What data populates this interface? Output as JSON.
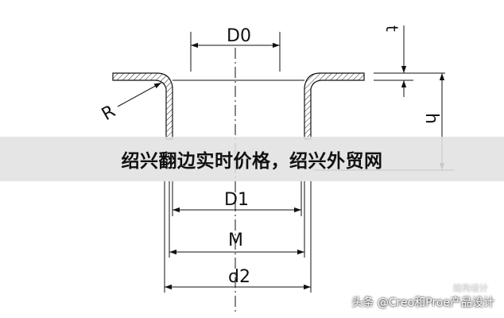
{
  "banner": {
    "title": "绍兴翻边实时价格，绍兴外贸网"
  },
  "labels": {
    "t": "t",
    "D0": "D0",
    "R": "R",
    "h": "h",
    "D1": "D1",
    "M": "M",
    "d2": "d2"
  },
  "watermark": {
    "main": "头条 @Creo和Proe产品设计",
    "sub": "结构设计"
  }
}
